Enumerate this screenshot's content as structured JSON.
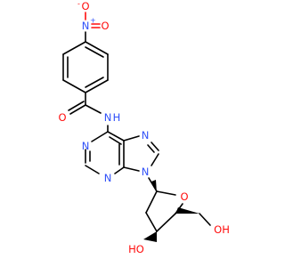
{
  "molecule": {
    "atoms": {
      "nitro_n": "N",
      "nitro_n_charge": "+",
      "nitro_o_top": "O",
      "nitro_o_top_charge": "-",
      "nitro_o_right": "O",
      "carbonyl_o": "O",
      "amide_n": "N",
      "amide_h": "H",
      "purine_n1": "N",
      "purine_n3": "N",
      "purine_n7": "N",
      "purine_n9": "N",
      "ring_o": "O",
      "hydroxyl_3": "HO",
      "hydroxyl_5": "OH"
    },
    "colors": {
      "carbon": "#000000",
      "nitrogen": "#3050f8",
      "oxygen": "#ff0d0d"
    }
  }
}
